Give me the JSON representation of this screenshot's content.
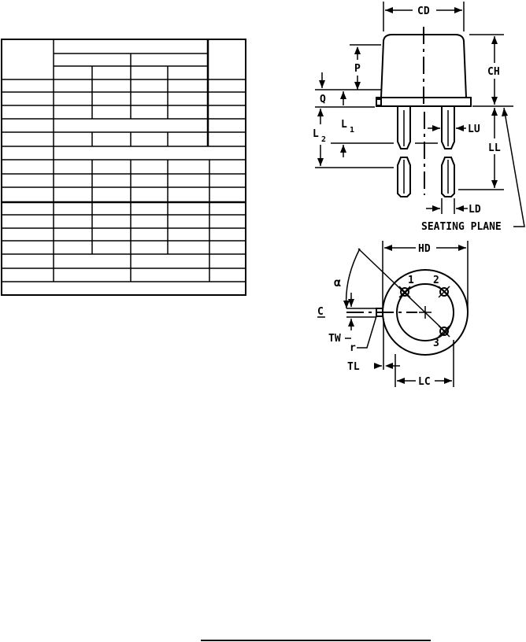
{
  "labels": {
    "cd": "CD",
    "ch": "CH",
    "p": "P",
    "q": "Q",
    "l1": "L",
    "l1_sub": "1",
    "l2": "L",
    "l2_sub": "2",
    "lu": "LU",
    "ll": "LL",
    "ld": "LD",
    "seating_plane": "SEATING PLANE",
    "hd": "HD",
    "alpha": "α",
    "cl": "C",
    "tw": "TW",
    "r": "r",
    "tl": "TL",
    "lc": "LC",
    "pin1": "1",
    "pin2": "2",
    "pin3": "3"
  }
}
